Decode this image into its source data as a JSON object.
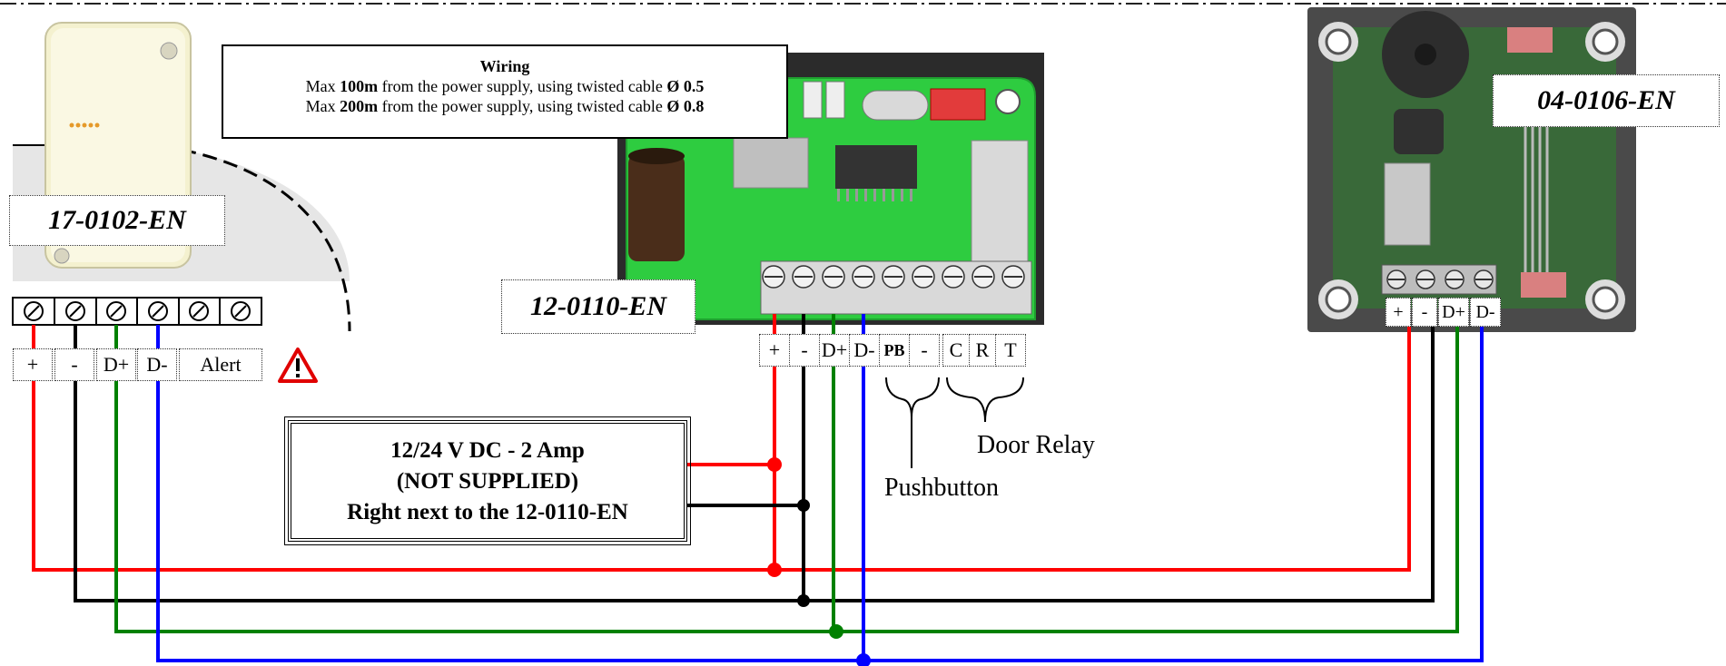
{
  "devices": {
    "reader": {
      "code": "17-0102-EN"
    },
    "controller": {
      "code": "12-0110-EN"
    },
    "module": {
      "code": "04-0106-EN"
    }
  },
  "wiring_note": {
    "title": "Wiring",
    "line1_pre": "Max ",
    "line1_bold": "100m",
    "line1_mid": " from the power supply, using  twisted cable ",
    "line1_end": "Ø 0.5",
    "line2_pre": "Max ",
    "line2_bold": "200m",
    "line2_mid": " from the power supply, using  twisted cable ",
    "line2_end": "Ø 0.8"
  },
  "power_supply": {
    "line1": "12/24 V DC - 2 Amp",
    "line2": "(NOT SUPPLIED)",
    "line3": "Right next to the 12-0110-EN"
  },
  "reader_terminals": [
    "+",
    "-",
    "D+",
    "D-",
    "Alert"
  ],
  "controller_terminals": [
    "+",
    "-",
    "D+",
    "D-",
    "PB",
    "-",
    "C",
    "R",
    "T"
  ],
  "module_terminals": [
    "+",
    "-",
    "D+",
    "D-"
  ],
  "groups": {
    "pushbutton": "Pushbutton",
    "door_relay": "Door Relay"
  },
  "icons": {
    "warning": "warning-triangle-icon"
  },
  "colors": {
    "plus": "#ff0000",
    "minus": "#000000",
    "data_plus": "#008000",
    "data_minus": "#0000ff",
    "board": "#2ecc40"
  }
}
